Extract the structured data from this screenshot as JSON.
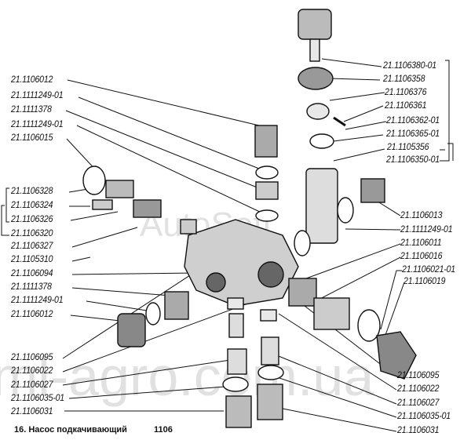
{
  "caption": {
    "text": "16. Насос подкачивающий",
    "group_number": "1106"
  },
  "watermarks": [
    "AutoSoft",
    "ml-agro.com.ua"
  ],
  "left_labels": [
    "21.1106012",
    "21.1111249-01",
    "21.1111378",
    "21.1111249-01",
    "21.1106015",
    "21.1106328",
    "21.1106324",
    "21.1106326",
    "21.1106320",
    "21.1106327",
    "21.1105310",
    "21.1106094",
    "21.1111378",
    "21.1111249-01",
    "21.1106012",
    "21.1106095",
    "21.1106022",
    "21.1106027",
    "21.1106035-01",
    "21.1106031"
  ],
  "right_labels": [
    "21.1106380-01",
    "21.1106358",
    "21.1106376",
    "21.1106361",
    "21.1106362-01",
    "21.1106365-01",
    "21.1105356",
    "21.1106350-01",
    "21.1106013",
    "21.1111249-01",
    "21.1106011",
    "21.1106016",
    "21.1106021-01",
    "21.1106019",
    "21.1106095",
    "21.1106022",
    "21.1106027",
    "21.1106035-01",
    "21.1106031"
  ]
}
